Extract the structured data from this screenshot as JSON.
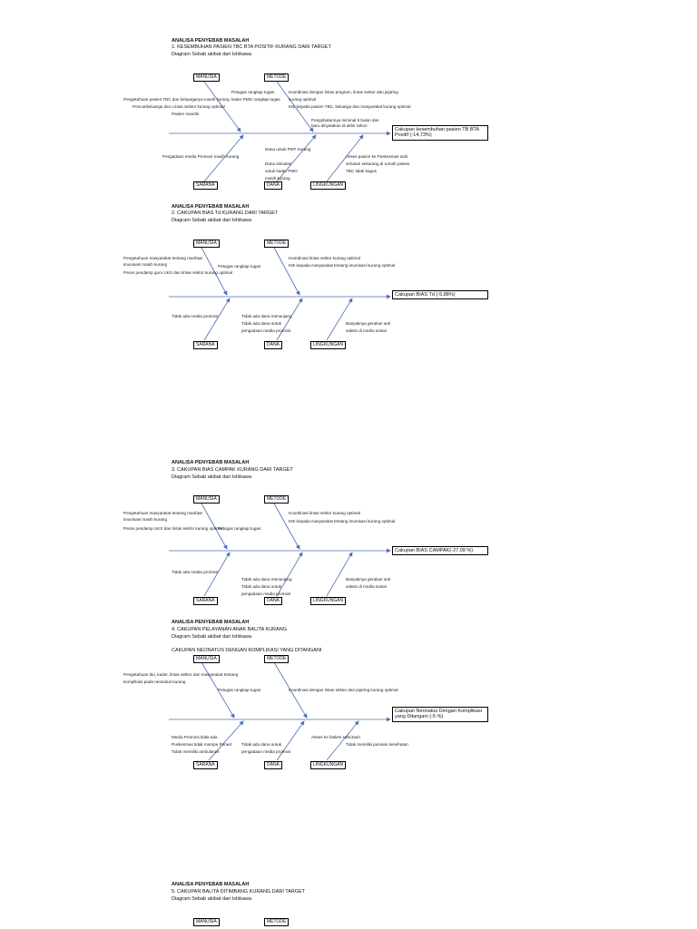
{
  "colors": {
    "arrow": "#4a6fb5",
    "text": "#111111"
  },
  "diagrams": [
    {
      "heading": "ANALISA PENYEBAB MASALAH",
      "subtitle": "1. KESEMBUHAN PASIEN TBC BTA POSITIF KURANG DARI TARGET",
      "caption": "Diagram Sebab akibat dari Ishikawa",
      "categories": {
        "manusia": "MANUSIA",
        "metode": "METODE",
        "sarana": "SARANA",
        "dana": "DANA",
        "lingkungan": "LINGKUNGAN"
      },
      "effect": "Cakupan kesembuhan pasien TB BTA Positif (-14,73%)",
      "causes": {
        "manusia": [
          "Pengetahuan pasien TBC dan keluarganya masih kurang",
          "Pencarikeluarga dan Lintas Sektor kurang optimal",
          "Pasien mandiri"
        ],
        "manusia_right": [
          "Petugas rangkap tugas",
          "kader PMO rangkap tugas"
        ],
        "metode": [
          "Koordinasi dengan lintas program, lintas sektor dan jejaring",
          "kurang optimal",
          "KIE kepada pasien TBC, keluarga dan masyarakat kurang optimal",
          "Pengobatannya minimal 6 bulan dan",
          "baru dinyatakan di akhir tahun"
        ],
        "sarana": [
          "Pengadaan media Promosi masih kurang"
        ],
        "dana": [
          "Dana untuk PMT Kurang",
          "Dana stimulan",
          "untuk kader PMO",
          "masih kurang"
        ],
        "lingkungan": [
          "Akses pasien ke Puskesmas sulit",
          "sehatan sekarang di rumah pasien",
          "TBC tidak bagus"
        ]
      }
    },
    {
      "heading": "ANALISA PENYEBAB MASALAH",
      "subtitle": "2. CAKUPAN BIAS Td KURANG DARI TARGET",
      "caption": "Diagram Sebab akibat dari Ishikawa",
      "categories": {
        "manusia": "MANUSIA",
        "metode": "METODE",
        "sarana": "SARANA",
        "dana": "DANA",
        "lingkungan": "LINGKUNGAN"
      },
      "effect": "Cakupan BIAS Td (-5,88%)",
      "causes": {
        "manusia": [
          "Pengetahuan masyarakat tentang manfaat",
          "imunisasi masih kurang",
          "Peran pendamp guru UKS dan lintas sektor kurang optimal"
        ],
        "manusia_right": [
          "Petugas rangkap tugas"
        ],
        "metode": [
          "Koordinasi lintas sektor kurang optimal",
          "KIE kepada masyarakat tentang imunisasi kurang optimal"
        ],
        "sarana": [
          "Tidak ada media promosi"
        ],
        "dana": [
          "Tidak ada dana menunjang",
          "Tidak ada dana untuk",
          "pengadaan media promosi"
        ],
        "lingkungan": [
          "Banyaknya gerakan anti",
          "vaksin di media sosial"
        ]
      }
    },
    {
      "heading": "ANALISA PENYEBAB MASALAH",
      "subtitle": "3. CAKUPAN BIAS CAMPAK KURANG DARI TARGET",
      "caption": "Diagram Sebab akibat dari Ishikawa",
      "categories": {
        "manusia": "MANUSIA",
        "metode": "METODE",
        "sarana": "SARANA",
        "dana": "DANA",
        "lingkungan": "LINGKUNGAN"
      },
      "effect": "Cakupan BIAS CAMPAK(-27,09 %)",
      "causes": {
        "manusia": [
          "Pengetahuan masyarakat tentang manfaat",
          "imunisasi masih kurang",
          "Peran pendamp UKS dan lintas sektor kurang optimal"
        ],
        "manusia_right": [
          "Petugas rangkap tugas"
        ],
        "metode": [
          "Koordinasi lintas sektor kurang optimal",
          "KIE kepada masyarakat tentang imunisasi kurang optimal"
        ],
        "sarana": [
          "Tidak ada media promosi"
        ],
        "dana": [
          "Tidak ada dana menunjang",
          "Tidak ada dana untuk",
          "pengadaan media promosi"
        ],
        "lingkungan": [
          "Banyaknya gerakan anti",
          "vaksin di media sosial"
        ]
      }
    },
    {
      "heading": "ANALISA PENYEBAB MASALAH",
      "subtitle": "4. CAKUPAN PELAYANAN ANAK BALITA KURANG",
      "caption": "Diagram Sebab akibat dari Ishikawa",
      "extra": "CAKUPAN NEONATUS DENGAN KOMPLIKASI YANG DITANGANI",
      "categories": {
        "manusia": "MANUSIA",
        "metode": "METODE",
        "sarana": "SARANA",
        "dana": "DANA",
        "lingkungan": "LINGKUNGAN"
      },
      "effect": "Cakupan Neonatus Dengan Komplikasi yang Ditangani (-5 %)",
      "causes": {
        "manusia": [
          "Pengetahuan ibu, kader, lintas sektor dan masyarakat tentang",
          "komplikasi pada neonatus kurang"
        ],
        "manusia_right": [
          "Petugas rangkap tugas"
        ],
        "metode": [
          "Koordinasi dengan lintas sektor dan jejaring kurang optimal"
        ],
        "sarana": [
          "Media Promosi tidak ada",
          "Puskesmas tidak mampu Poned",
          "Tidak memiliki ambulance"
        ],
        "dana": [
          "Tidak ada dana untuk",
          "pengadaan media promosi"
        ],
        "lingkungan": [
          "Akses ke faskes sulit/Jauh",
          "Tidak memiliki jaminan kesehatan"
        ]
      }
    },
    {
      "heading": "ANALISA PENYEBAB MASALAH",
      "subtitle": "5. CAKUPAN BALITA DITIMBANG KURANG DARI TARGET",
      "caption": "Diagram Sebab akibat dari Ishikawa",
      "categories": {
        "manusia": "MANUSIA",
        "metode": "METODE"
      }
    }
  ]
}
